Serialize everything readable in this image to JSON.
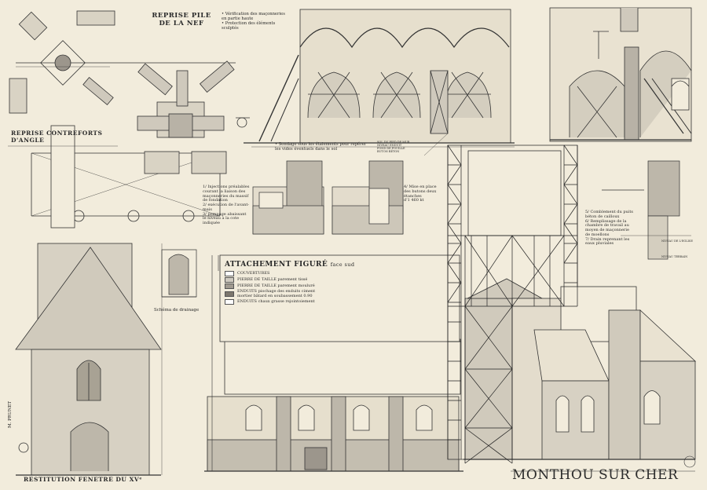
{
  "titles": {
    "main_title": "MONTHOU SUR CHER",
    "pile_title": "REPRISE PILE\nDE LA NEF",
    "corner_title": "REPRISE CONTREFORTS D'ANGLE",
    "window_title": "RESTITUTION FENETRE DU XVᵉ",
    "drainage_title": "Schéma de drainage",
    "attachment_title": "ATTACHEMENT FIGURÉ",
    "attachment_sub": "face sud",
    "architect": "M. PRUNET"
  },
  "notes": {
    "vault_notes": "• Vérification des maçonneries\n  en partie haute\n• Protection des éléments\n  sculptés",
    "sondage": "• Sondage sous les étaiements pour repérer\n  les vides éventuels dans le sol",
    "injections": "1/ Injections préalables\n    courant la liaison des\n    maçonneries du massif\n    de fondation\n2/ exécution de l'avant-\n    mais\n3/ pompage abaissant\n    le niveau à la cote\n    indiquée",
    "buttress": "4/ Mise en place\n    des butons deux\n    étanches\n    d'1 460 kt",
    "right_notes": "5/ Comblement du puits\n    béton de cailloux\n6/ Remplissage de la\n    chambre de travail au\n    moyen de maçonnerie\n    de moellons\n7/ Drain reprenant les\n    eaux pluviales",
    "section_small": "SOL DU PIED DE MUR\nNIVEAU ENDUIT\nFOND DE FOUILLE\nBUTON BÉTON",
    "level_note_1": "NIVEAU DE L'EGLISE",
    "level_note_2": "NIVEAU TERRAIN"
  },
  "legend": [
    {
      "label": "COUVERTURES",
      "color": "#ffffff"
    },
    {
      "label": "PIERRE DE TAILLE parement tissé",
      "color": "#cfcac0"
    },
    {
      "label": "PIERRE DE TAILLE parement mouluré",
      "color": "#a09a90"
    },
    {
      "label": "ENDUITS piochage des enduits ciment\n   mortier bâtard en soubassement 0.90",
      "color": "#7d776e"
    },
    {
      "label": "ENDUITS chaux grasse  rejointoiement",
      "color": "#ffffff"
    }
  ],
  "palette": {
    "paper": "#f2ecdc",
    "ink": "#2a2a2a",
    "stone": "#cfc9bc",
    "dark_stone": "#8c867c"
  }
}
